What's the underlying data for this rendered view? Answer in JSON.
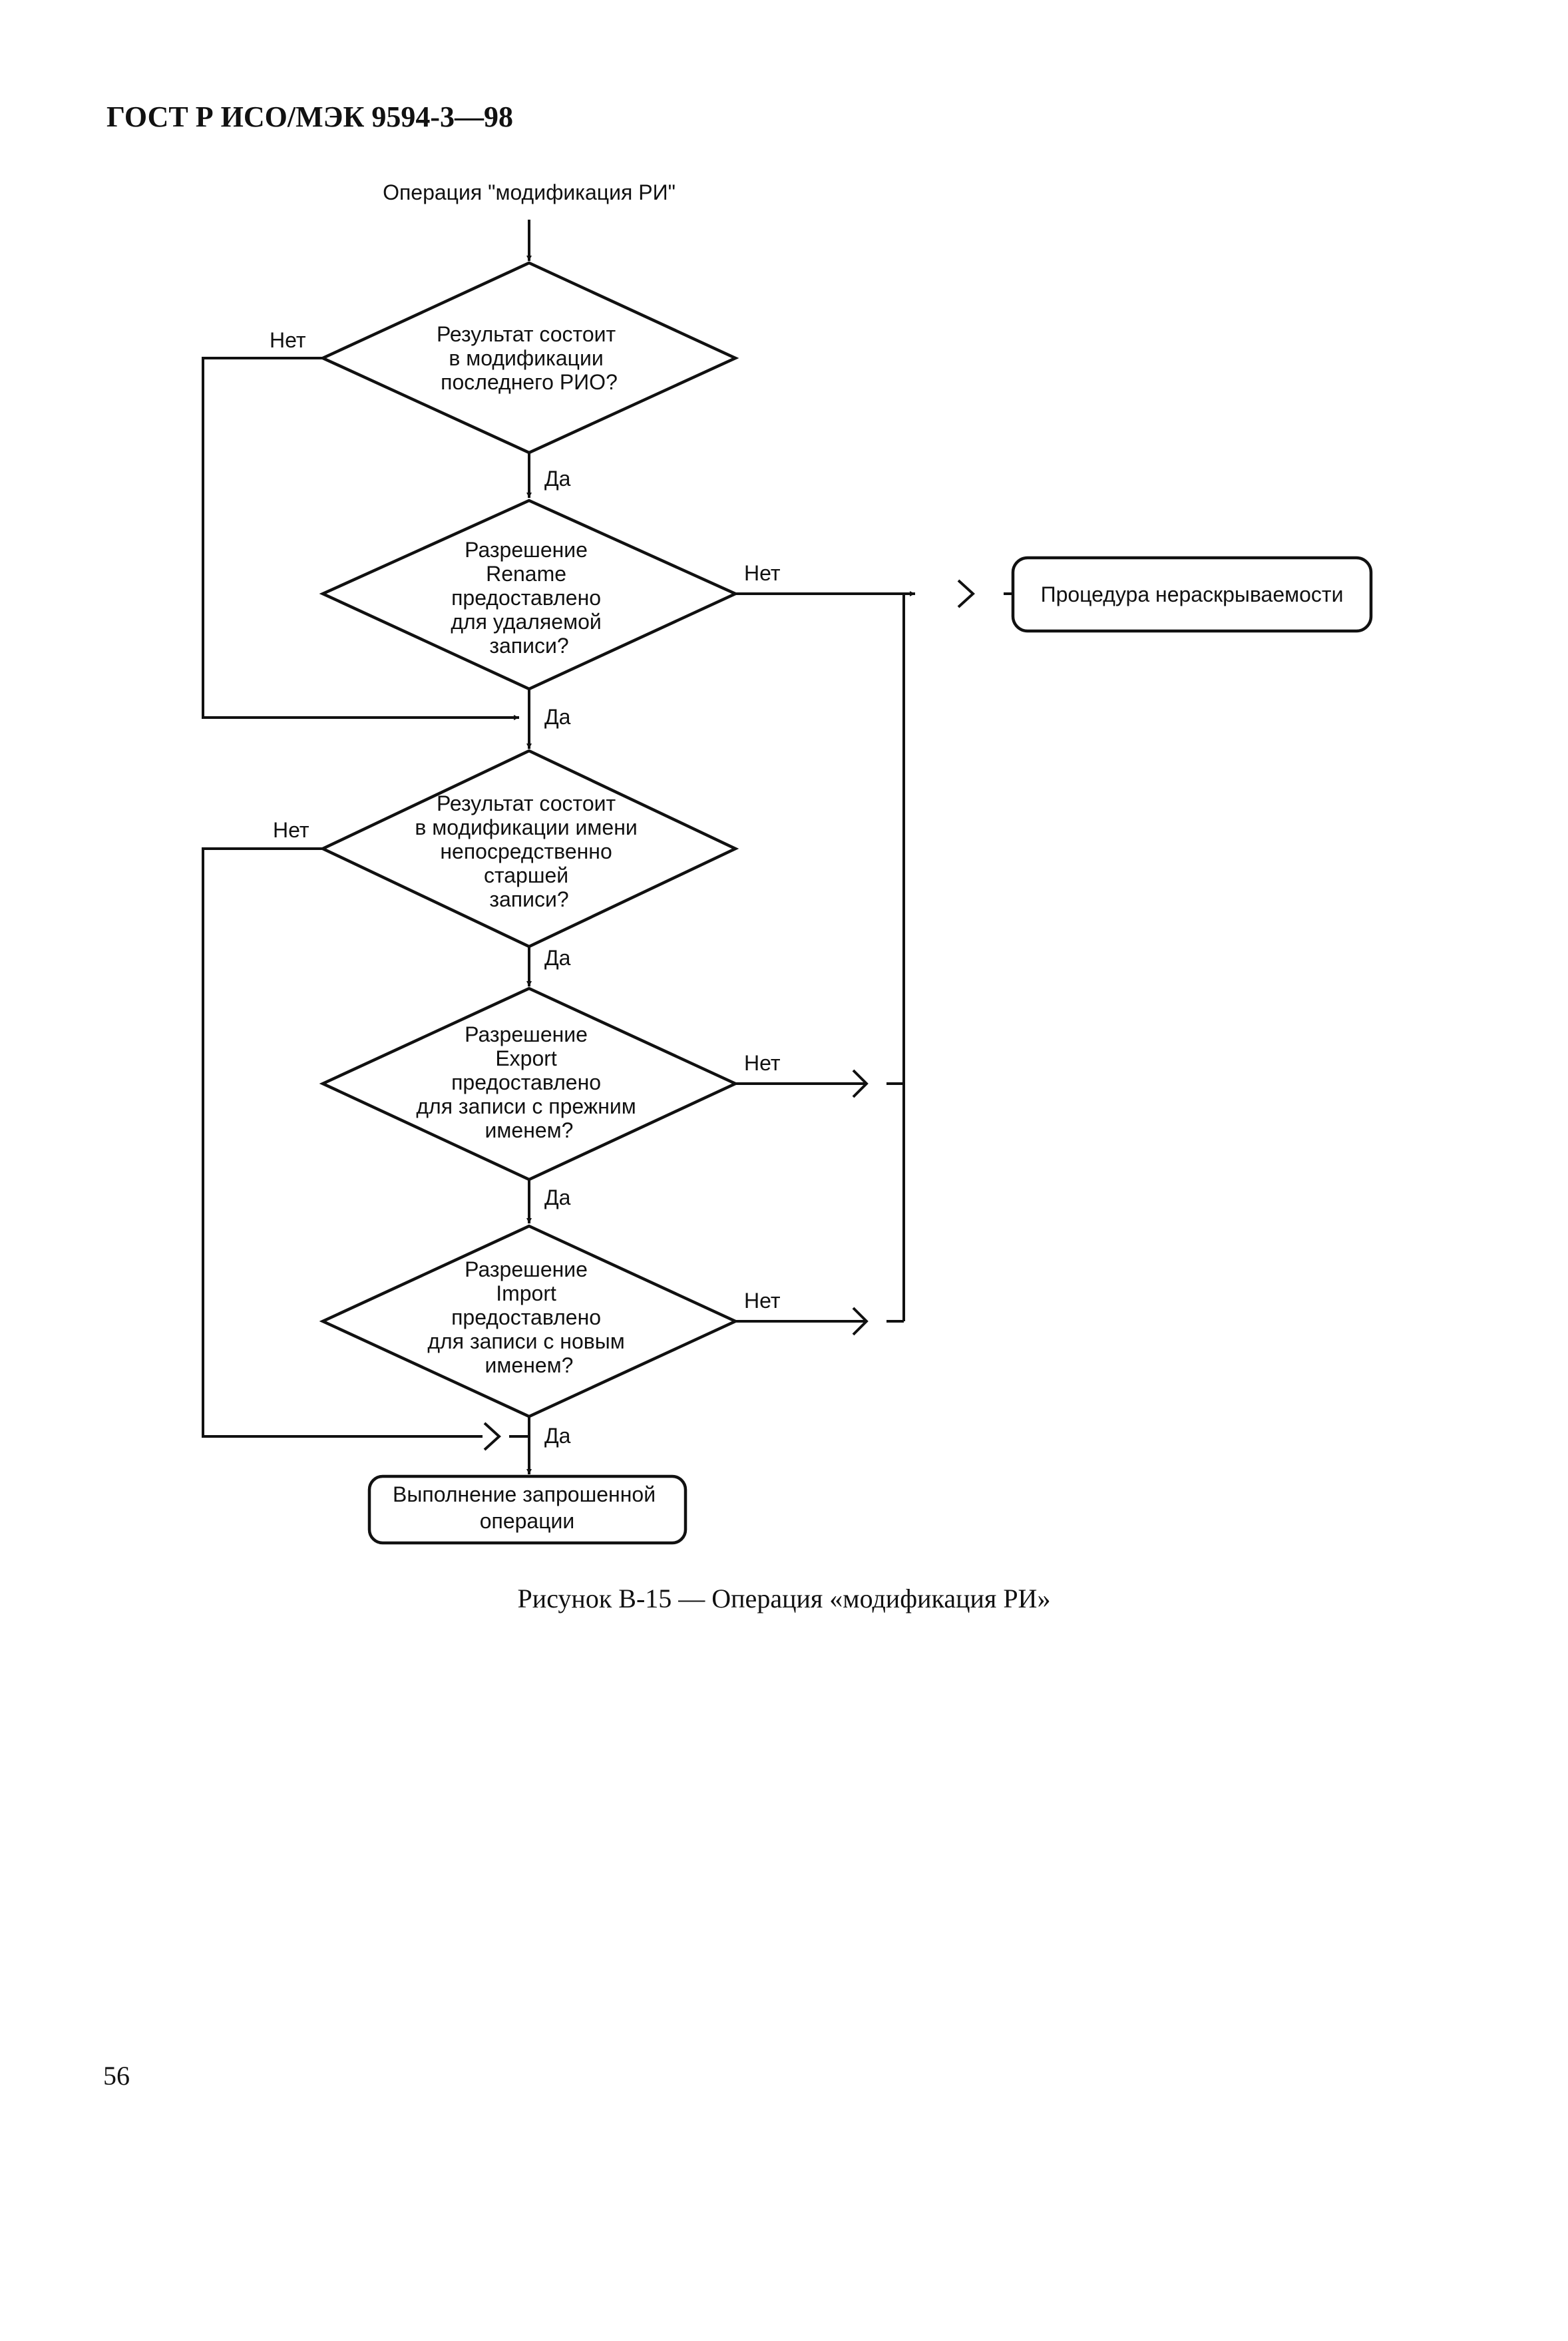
{
  "header": {
    "title": "ГОСТ Р ИСО/МЭК 9594-3—98"
  },
  "flowchart": {
    "start_label": "Операция \"модификация РИ\"",
    "decisions": [
      {
        "lines": [
          "Результат состоит",
          "в модификации",
          "последнего РИО?"
        ],
        "yes": "Да",
        "no": "Нет"
      },
      {
        "lines": [
          "Разрешение",
          "Rename",
          "предоставлено",
          "для удаляемой",
          "записи?"
        ],
        "yes": "Да",
        "no": "Нет"
      },
      {
        "lines": [
          "Результат состоит",
          "в модификации имени",
          "непосредственно",
          "старшей",
          "записи?"
        ],
        "yes": "Да",
        "no": "Нет"
      },
      {
        "lines": [
          "Разрешение",
          "Export",
          "предоставлено",
          "для записи с прежним",
          "именем?"
        ],
        "yes": "Да",
        "no": "Нет"
      },
      {
        "lines": [
          "Разрешение",
          "Import",
          "предоставлено",
          "для записи с новым",
          "именем?"
        ],
        "yes": "Да",
        "no": "Нет"
      }
    ],
    "terminal_nondisclosure": "Процедура нераскрываемости",
    "terminal_execute": [
      "Выполнение запрошенной",
      "операции"
    ]
  },
  "caption": "Рисунок В-15 — Операция «модификация РИ»",
  "page_number": "56"
}
